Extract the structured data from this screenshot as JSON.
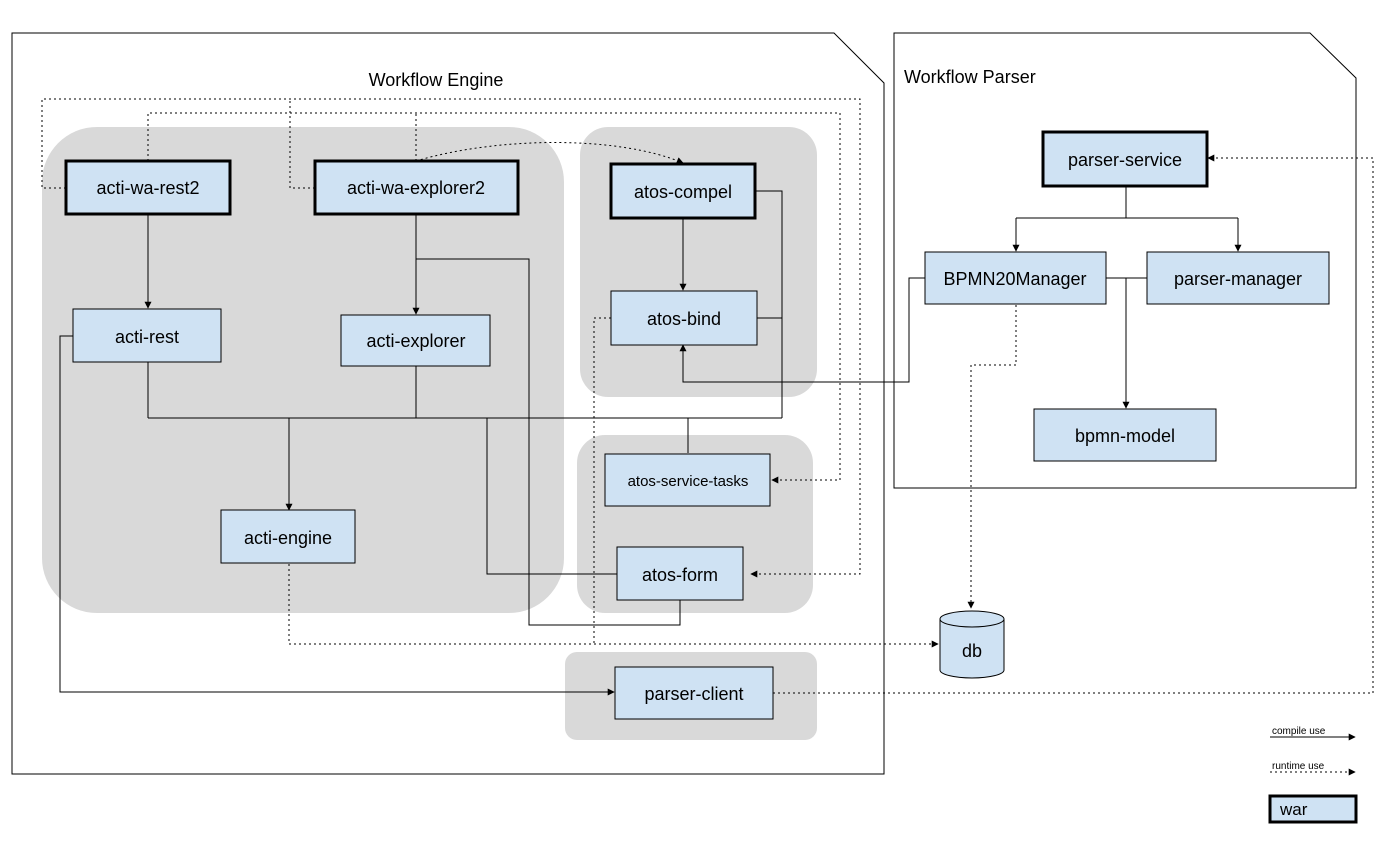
{
  "packages": {
    "engine_title": "Workflow Engine",
    "parser_title": "Workflow Parser"
  },
  "nodes": {
    "acti_wa_rest2": "acti-wa-rest2",
    "acti_wa_explorer2": "acti-wa-explorer2",
    "atos_compel": "atos-compel",
    "acti_rest": "acti-rest",
    "acti_explorer": "acti-explorer",
    "atos_bind": "atos-bind",
    "acti_engine": "acti-engine",
    "atos_service_tasks": "atos-service-tasks",
    "atos_form": "atos-form",
    "parser_client": "parser-client",
    "parser_service": "parser-service",
    "bpmn20manager": "BPMN20Manager",
    "parser_manager": "parser-manager",
    "bpmn_model": "bpmn-model",
    "db": "db"
  },
  "legend": {
    "compile": "compile use",
    "runtime": "runtime use",
    "war": "war"
  },
  "colors": {
    "node_fill": "#cfe2f3",
    "group_fill": "#d9d9d9",
    "stroke": "#000000"
  }
}
